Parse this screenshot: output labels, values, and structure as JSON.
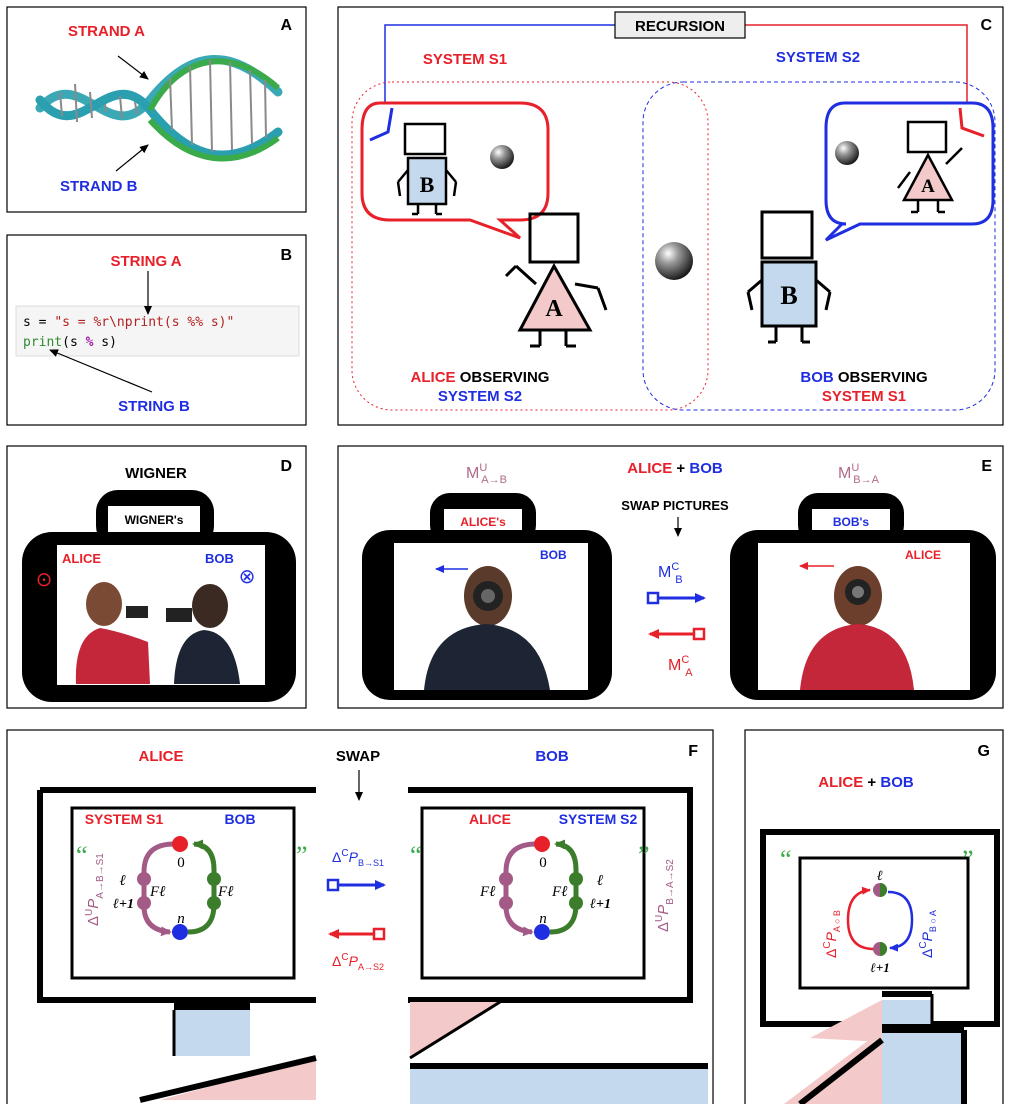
{
  "colors": {
    "red": "#e8202a",
    "blue": "#1f2ee0",
    "purple": "#a35a86",
    "green": "#3b7d2a",
    "pink": "#f3c9c9",
    "lightblue": "#c5d9ee",
    "mauve": "#b06a8a"
  },
  "panelA": {
    "letter": "A",
    "strand_a": "STRAND A",
    "strand_b": "STRAND B"
  },
  "panelB": {
    "letter": "B",
    "string_a": "STRING A",
    "string_b": "STRING B",
    "code": {
      "l1_var": "s",
      "l1_eq": " = ",
      "l1_str": "\"s = %r\\nprint(s %% s)\"",
      "l2_fn": "print",
      "l2_open": "(s ",
      "l2_op": "%",
      "l2_close": " s)"
    }
  },
  "panelC": {
    "letter": "C",
    "recursion": "RECURSION",
    "system_s1": "SYSTEM S1",
    "system_s2": "SYSTEM S2",
    "glyph_a": "A",
    "glyph_b": "B",
    "alice": "ALICE",
    "observing": " OBSERVING",
    "alice_target": "SYSTEM S2",
    "bob": "BOB",
    "bob_target": "SYSTEM S1"
  },
  "panelD": {
    "letter": "D",
    "title": "WIGNER",
    "camera_tab": "WIGNER's",
    "alice": "ALICE",
    "bob": "BOB",
    "dot_symbol": "⊙",
    "cross_symbol": "⊗"
  },
  "panelE": {
    "letter": "E",
    "alice": "ALICE",
    "plus": " + ",
    "bob": "BOB",
    "mu_ab_base": "M",
    "mu_ab_sup": "U",
    "mu_ab_sub": "A→B",
    "mu_ba_base": "M",
    "mu_ba_sup": "U",
    "mu_ba_sub": "B→A",
    "swap_pictures": "SWAP PICTURES",
    "alice_tab": "ALICE's",
    "bob_tab": "BOB's",
    "screen_left_label": "BOB",
    "screen_right_label": "ALICE",
    "mc_b_base": "M",
    "mc_b_sup": "C",
    "mc_b_sub": "B",
    "mc_a_base": "M",
    "mc_a_sup": "C",
    "mc_a_sub": "A"
  },
  "panelF": {
    "letter": "F",
    "alice": "ALICE",
    "bob": "BOB",
    "swap": "SWAP",
    "left_system": "SYSTEM S1",
    "left_bob": "BOB",
    "right_alice": "ALICE",
    "right_system": "SYSTEM S2",
    "quote_open": "“",
    "quote_close": "”",
    "node_zero": "0",
    "node_n": "n",
    "node_l": "ℓ",
    "node_l1": "ℓ+1",
    "f_l": "Fℓ",
    "dc_b_base": "Δ",
    "dc_b_sup": "C",
    "dc_b_P": "P",
    "dc_b_sub": "B→S1",
    "dc_a_base": "Δ",
    "dc_a_sup": "C",
    "dc_a_P": "P",
    "dc_a_sub": "A→S2",
    "du_left_base": "Δ",
    "du_left_sup": "U",
    "du_left_P": "P",
    "du_left_sub": "A→B→S1",
    "du_right_base": "Δ",
    "du_right_sup": "U",
    "du_right_P": "P",
    "du_right_sub": "B→A→S2"
  },
  "panelG": {
    "letter": "G",
    "alice": "ALICE",
    "plus": " + ",
    "bob": "BOB",
    "quote_open": "“",
    "quote_close": "”",
    "node_l": "ℓ",
    "node_l1": "ℓ+1",
    "left_base": "Δ",
    "left_sup": "C",
    "left_P": "P",
    "left_sub": "A ○ B",
    "right_base": "Δ",
    "right_sup": "C",
    "right_P": "P",
    "right_sub": "B ○ A"
  }
}
